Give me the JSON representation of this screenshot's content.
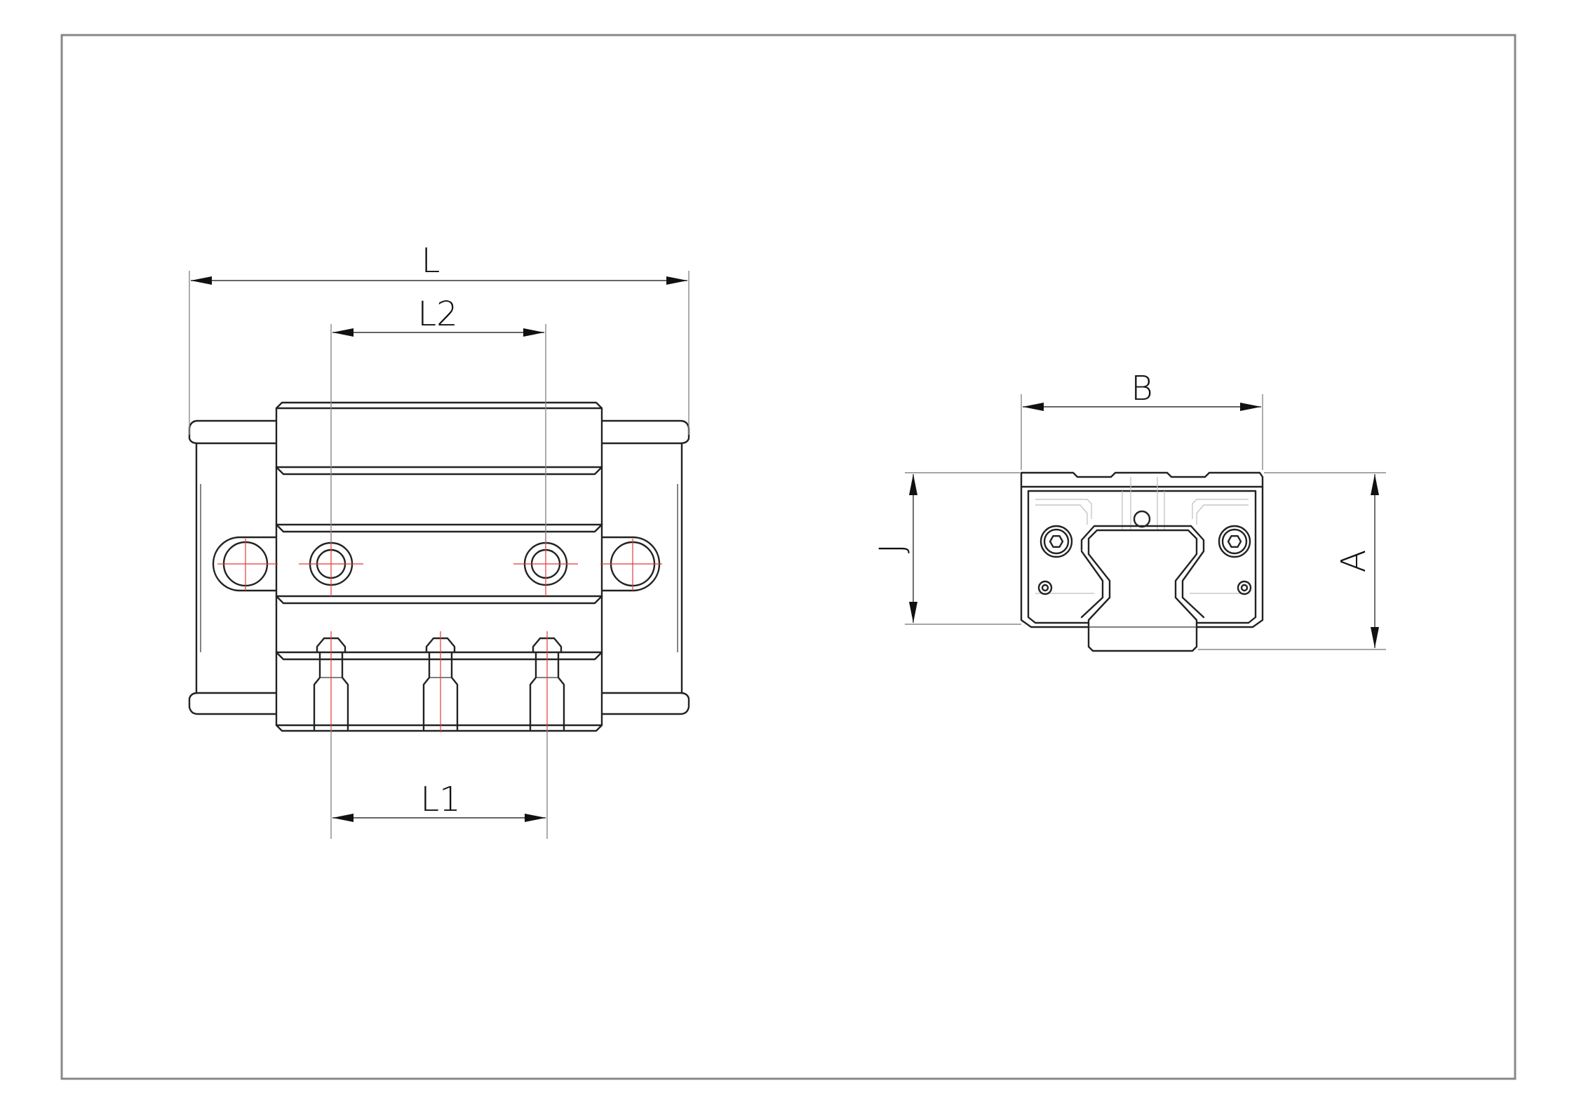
{
  "drawing": {
    "colors": {
      "outline": "#222222",
      "frame": "#888888",
      "centerline": "#e23a3a",
      "dimension": "#333333",
      "background": "#ffffff"
    },
    "side_view": {
      "dimensions": {
        "L": "L",
        "L2": "L2",
        "L1": "L1"
      }
    },
    "end_view": {
      "dimensions": {
        "B": "B",
        "J": "J",
        "A": "A"
      }
    }
  }
}
